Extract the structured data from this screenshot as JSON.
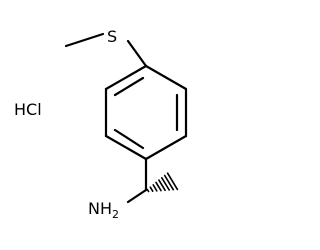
{
  "molecule": {
    "labels": {
      "sulfur": "S",
      "amine_main": "NH",
      "amine_sub": "2",
      "salt": "HCl"
    },
    "colors": {
      "bond": "#000000",
      "label": "#000000",
      "background": "#ffffff"
    }
  }
}
